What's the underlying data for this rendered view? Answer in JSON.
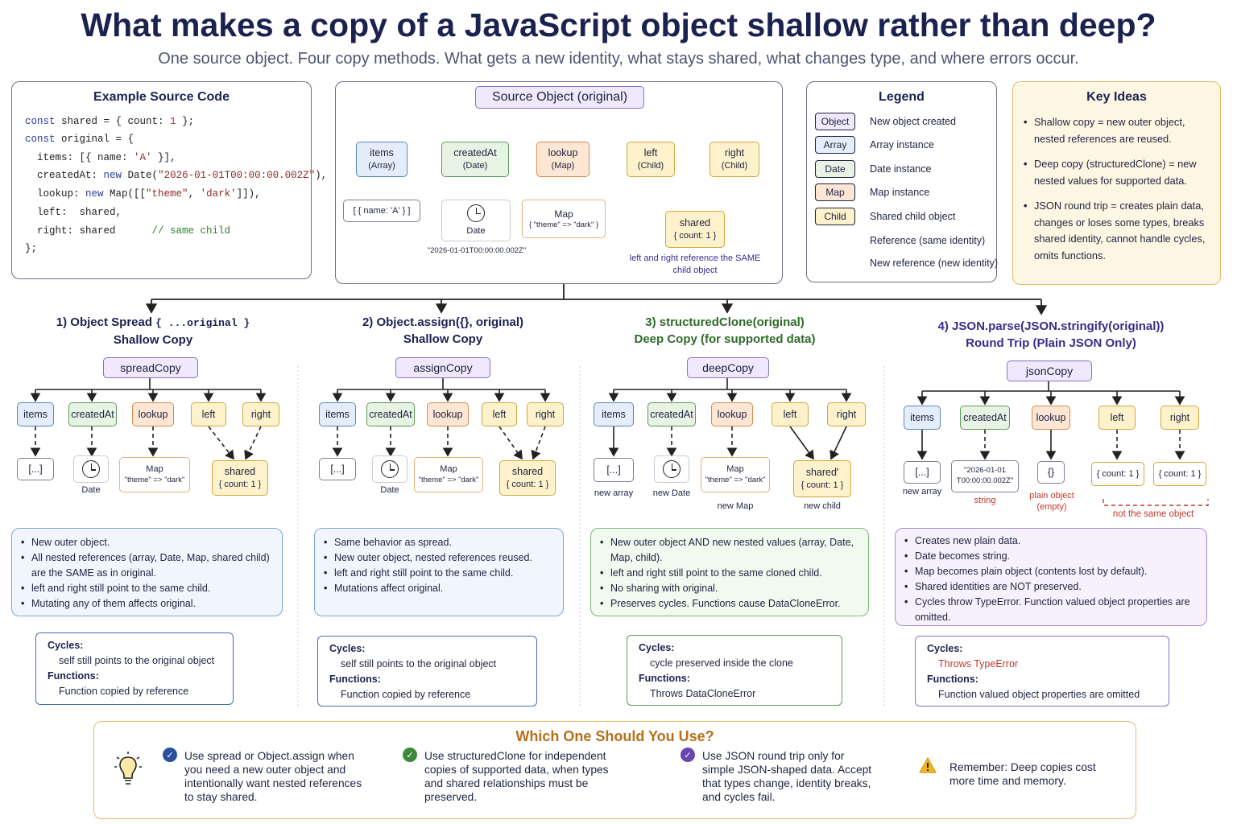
{
  "title": "What makes a copy of a JavaScript object shallow rather than deep?",
  "subtitle": "One source object. Four copy methods. What gets a new identity, what stays shared, what changes type, and where errors occur.",
  "code": {
    "heading": "Example Source Code",
    "lines": [
      "const shared = { count: 1 };",
      "const original = {",
      "  items: [{ name: 'A' }],",
      "  createdAt: new Date(\"2026-01-01T00:00:00.002Z\"),",
      "  lookup: new Map([[\"theme\", 'dark']]),",
      "  left:  shared,",
      "  right: shared      // same child",
      "};"
    ]
  },
  "source": {
    "title": "Source Object (original)",
    "nodes": [
      {
        "name": "items",
        "type": "(Array)"
      },
      {
        "name": "createdAt",
        "type": "(Date)"
      },
      {
        "name": "lookup",
        "type": "(Map)"
      },
      {
        "name": "left",
        "type": "(Child)"
      },
      {
        "name": "right",
        "type": "(Child)"
      }
    ],
    "items_val": "[ { name: 'A' } ]",
    "date_label": "Date",
    "date_val": "\"2026-01-01T00:00:00.002Z\"",
    "map_label": "Map",
    "map_val": "{ \"theme\" => \"dark\" }",
    "shared_label": "shared",
    "shared_val": "{ count: 1 }",
    "note": "left and right reference the SAME child object"
  },
  "legend": {
    "title": "Legend",
    "rows": [
      {
        "tag": "Object",
        "text": "New object created"
      },
      {
        "tag": "Array",
        "text": "Array instance"
      },
      {
        "tag": "Date",
        "text": "Date instance"
      },
      {
        "tag": "Map",
        "text": "Map instance"
      },
      {
        "tag": "Child",
        "text": "Shared child object"
      },
      {
        "tag": "",
        "text": "Reference (same identity)"
      },
      {
        "tag": "",
        "text": "New reference (new identity)"
      }
    ]
  },
  "key_ideas": {
    "title": "Key Ideas",
    "items": [
      "Shallow copy = new outer object, nested references are reused.",
      "Deep copy (structuredClone) = new nested values for supported data.",
      "JSON round trip = creates plain data, changes or loses some types, breaks shared identity, cannot handle cycles, omits functions."
    ]
  },
  "methods": [
    {
      "num": "1) Object Spread ",
      "code": "{ ...original }",
      "sub": "Shallow Copy",
      "root": "spreadCopy",
      "nodes": [
        "items",
        "createdAt",
        "lookup",
        "left",
        "right"
      ],
      "vals": [
        "[...]",
        "",
        "Map",
        "shared"
      ],
      "val2": [
        "",
        "Date",
        "\"theme\" => \"dark\"",
        "{ count: 1 }"
      ],
      "caps": [
        "",
        "",
        "",
        ""
      ],
      "bullets": [
        "New outer object.",
        "All nested references (array, Date, Map, shared child) are the SAME as in original.",
        "left and right still point to the same child.",
        "Mutating any of them affects original."
      ],
      "cyc_label": "Cycles:",
      "cyc": "self still points to the original object",
      "fn_label": "Functions:",
      "fn": "Function copied by reference"
    },
    {
      "num": "2) Object.assign({}, original)",
      "code": "",
      "sub": "Shallow Copy",
      "root": "assignCopy",
      "nodes": [
        "items",
        "createdAt",
        "lookup",
        "left",
        "right"
      ],
      "vals": [
        "[...]",
        "",
        "Map",
        "shared"
      ],
      "val2": [
        "",
        "Date",
        "\"theme\" => \"dark\"",
        "{ count: 1 }"
      ],
      "bullets": [
        "Same behavior as spread.",
        "New outer object, nested references reused.",
        "left and right still point to the same child.",
        "Mutations affect original."
      ],
      "cyc_label": "Cycles:",
      "cyc": "self still points to the original object",
      "fn_label": "Functions:",
      "fn": "Function copied by reference"
    },
    {
      "num": "3) structuredClone(original)",
      "code": "",
      "sub": "Deep Copy (for supported data)",
      "root": "deepCopy",
      "nodes": [
        "items",
        "createdAt",
        "lookup",
        "left",
        "right"
      ],
      "vals": [
        "[...]",
        "",
        "Map",
        "shared'"
      ],
      "val2": [
        "",
        "",
        "\"theme\" => \"dark\"",
        "{ count: 1 }"
      ],
      "caps": [
        "new array",
        "new Date",
        "new Map",
        "new child"
      ],
      "bullets": [
        "New outer object AND new nested values (array, Date, Map, child).",
        "left and right still point to the same cloned child.",
        "No sharing with original.",
        "Preserves cycles. Functions cause DataCloneError."
      ],
      "cyc_label": "Cycles:",
      "cyc": "cycle preserved inside the clone",
      "fn_label": "Functions:",
      "fn": "Throws DataCloneError"
    },
    {
      "num": "4) JSON.parse(JSON.stringify(original))",
      "code": "",
      "sub": "Round Trip (Plain JSON Only)",
      "root": "jsonCopy",
      "nodes": [
        "items",
        "createdAt",
        "lookup",
        "left",
        "right"
      ],
      "vals": [
        "[...]",
        "\"2026-01-01 T00:00:00.002Z\"",
        "{}",
        "{ count: 1 }",
        "{ count: 1 }"
      ],
      "caps": [
        "new array",
        "string",
        "plain object (empty)",
        "not the same object"
      ],
      "bullets": [
        "Creates new plain data.",
        "Date becomes string.",
        "Map becomes plain object (contents lost by default).",
        "Shared identities are NOT preserved.",
        "Cycles throw TypeError. Function valued object properties are omitted."
      ],
      "cyc_label": "Cycles:",
      "cyc": "Throws TypeError",
      "fn_label": "Functions:",
      "fn": "Function valued object properties are omitted"
    }
  ],
  "which": {
    "title": "Which One Should You Use?",
    "items": [
      "Use spread or Object.assign when you need a new outer object and intentionally want nested references to stay shared.",
      "Use structuredClone for independent copies of supported data, when types and shared relationships must be preserved.",
      "Use JSON round trip only for simple JSON-shaped data. Accept that types change, identity breaks, and cycles fail.",
      "Remember: Deep copies cost more time and memory."
    ]
  },
  "colors": {
    "navy": "#1b2250",
    "green": "#2e6b2a",
    "purple": "#4b2a8a",
    "red": "#c0392b",
    "orange": "#b6701a"
  }
}
